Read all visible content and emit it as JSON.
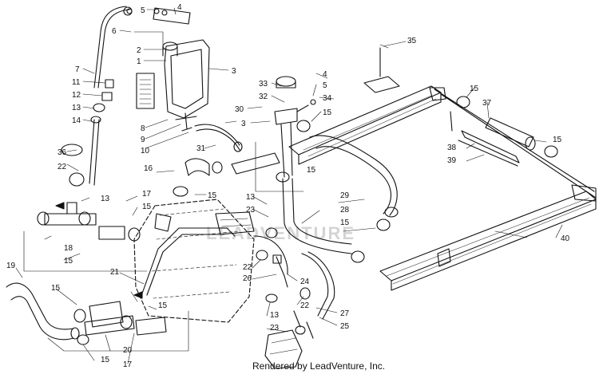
{
  "diagram": {
    "colors": {
      "line": "#111111",
      "background": "#ffffff",
      "watermark": "#d4d4d4"
    },
    "watermark_text": "LEADVENTURE",
    "callouts": [
      "1",
      "2",
      "3",
      "4",
      "5",
      "6",
      "7",
      "8",
      "9",
      "10",
      "11",
      "12",
      "13",
      "14",
      "15",
      "16",
      "17",
      "18",
      "19",
      "20",
      "21",
      "22",
      "23",
      "24",
      "25",
      "26",
      "27",
      "28",
      "29",
      "30",
      "31",
      "32",
      "33",
      "34",
      "35",
      "36",
      "37",
      "38",
      "39",
      "40"
    ]
  },
  "footer": {
    "text": "Rendered by LeadVenture, Inc."
  }
}
